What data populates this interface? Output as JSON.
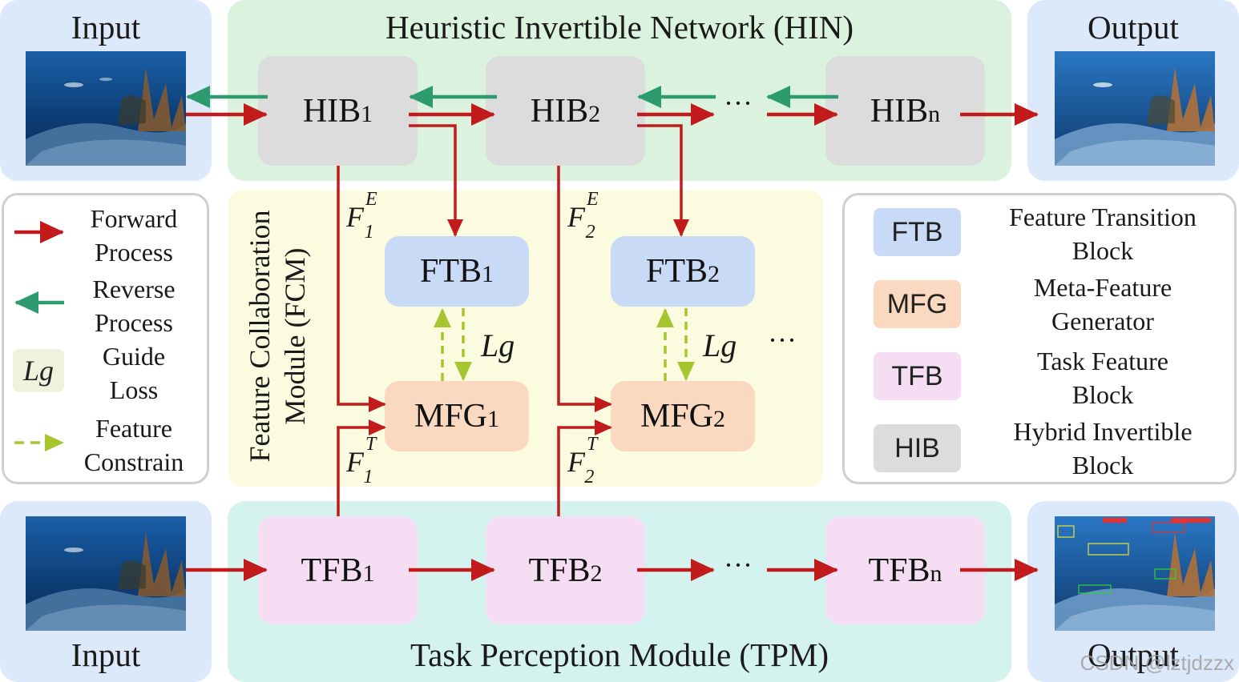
{
  "input_top_label": "Input",
  "output_top_label": "Output",
  "input_bottom_label": "Input",
  "output_bottom_label": "Output",
  "hin_title": "Heuristic Invertible Network (HIN)",
  "tpm_title": "Task Perception Module (TPM)",
  "fcm_title_line1": "Feature Collaboration",
  "fcm_title_line2": "Module (FCM)",
  "hib": [
    {
      "base": "HIB",
      "sub": "1"
    },
    {
      "base": "HIB",
      "sub": "2"
    },
    {
      "base": "HIB",
      "sub": "n"
    }
  ],
  "tfb": [
    {
      "base": "TFB",
      "sub": "1"
    },
    {
      "base": "TFB",
      "sub": "2"
    },
    {
      "base": "TFB",
      "sub": "n"
    }
  ],
  "ftb": [
    {
      "base": "FTB",
      "sub": "1"
    },
    {
      "base": "FTB",
      "sub": "2"
    }
  ],
  "mfg": [
    {
      "base": "MFG",
      "sub": "1"
    },
    {
      "base": "MFG",
      "sub": "2"
    }
  ],
  "ellipsis": "···",
  "features": {
    "f1e": {
      "base": "F",
      "sub": "1",
      "sup": "E"
    },
    "f2e": {
      "base": "F",
      "sub": "2",
      "sup": "E"
    },
    "f1t": {
      "base": "F",
      "sub": "1",
      "sup": "T"
    },
    "f2t": {
      "base": "F",
      "sub": "2",
      "sup": "T"
    }
  },
  "lg_label": "Lg",
  "legend_left": {
    "forward_line1": "Forward",
    "forward_line2": "Process",
    "reverse_line1": "Reverse",
    "reverse_line2": "Process",
    "guide_symbol": "Lg",
    "guide_line1": "Guide",
    "guide_line2": "Loss",
    "feature_line1": "Feature",
    "feature_line2": "Constrain"
  },
  "legend_right": [
    {
      "abbr": "FTB",
      "line1": "Feature Transition",
      "line2": "Block",
      "color": "#c9daf6"
    },
    {
      "abbr": "MFG",
      "line1": "Meta-Feature",
      "line2": "Generator",
      "color": "#fbd9c0"
    },
    {
      "abbr": "TFB",
      "line1": "Task Feature",
      "line2": "Block",
      "color": "#f5def3"
    },
    {
      "abbr": "HIB",
      "line1": "Hybrid Invertible",
      "line2": "Block",
      "color": "#dcdcdc"
    }
  ],
  "colors": {
    "forward": "#c11b1b",
    "reverse": "#2e9b6e",
    "constraint": "#a6c52e",
    "hin_bg": "#dbf2df",
    "tpm_bg": "#d4f3ef",
    "fcm_bg": "#fafbdf",
    "io_bg": "#dce9fb"
  },
  "watermark": "CSDN @lztjdzzx"
}
